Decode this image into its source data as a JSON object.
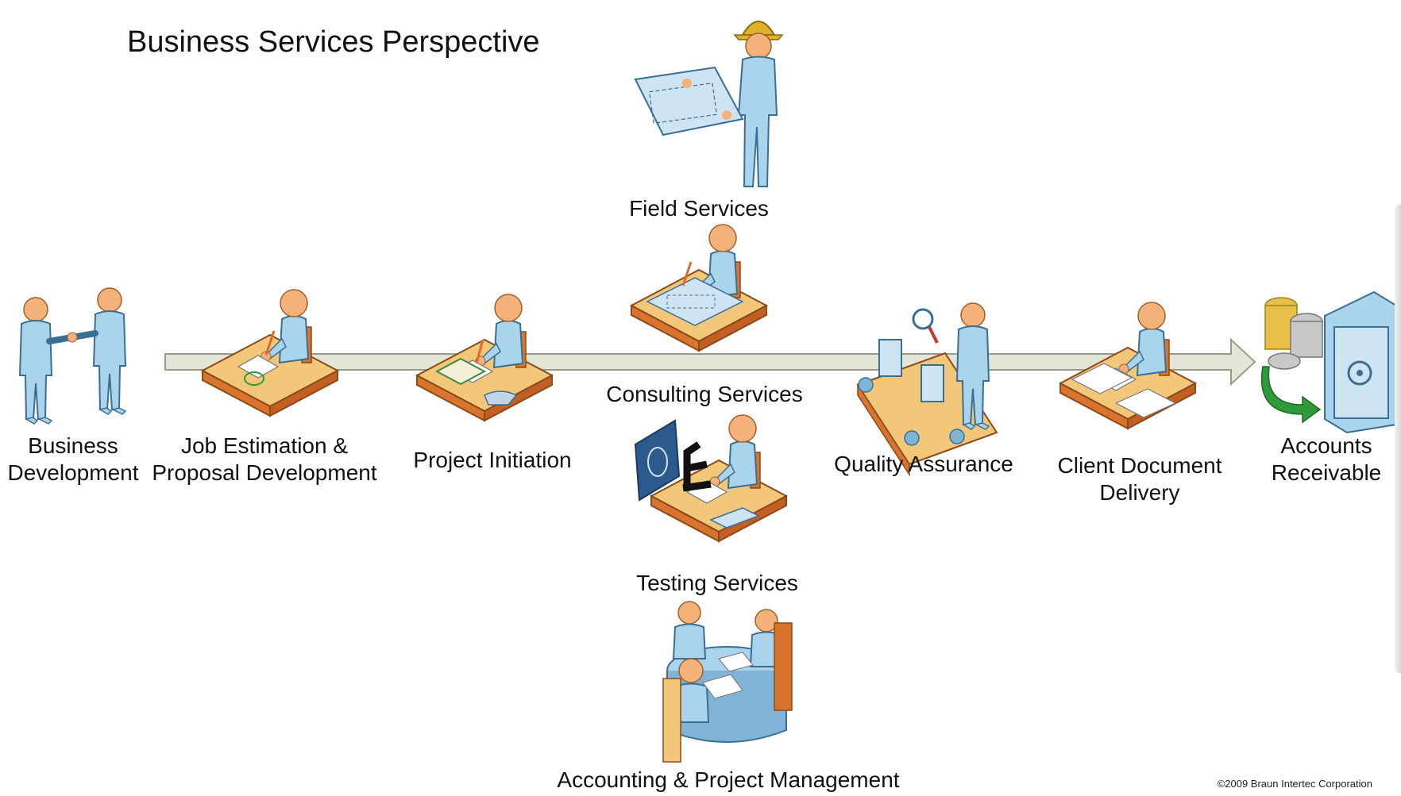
{
  "title": "Business Services Perspective",
  "copyright": "©2009 Braun Intertec Corporation",
  "labels": {
    "business_development": [
      "Business",
      "Development"
    ],
    "job_estimation": [
      "Job Estimation &",
      "Proposal Development"
    ],
    "project_initiation": "Project Initiation",
    "field_services": "Field Services",
    "consulting_services": "Consulting Services",
    "testing_services": "Testing Services",
    "accounting": "Accounting & Project Management",
    "quality_assurance": "Quality Assurance",
    "client_document": [
      "Client Document",
      "Delivery"
    ],
    "accounts_receivable": [
      "Accounts",
      "Receivable"
    ]
  },
  "colors": {
    "person_fill": "#a9d4ec",
    "person_stroke": "#3a6f94",
    "skin": "#f3b27a",
    "desk_top": "#f2c77a",
    "desk_side": "#d9742f",
    "arrow_fill": "#e3e6d6",
    "arrow_stroke": "#9a9c8a",
    "helmet": "#e0b22c",
    "coin_gold": "#e8c048",
    "coin_silver": "#c8c8c8",
    "green_arrow": "#2e9a3a"
  }
}
